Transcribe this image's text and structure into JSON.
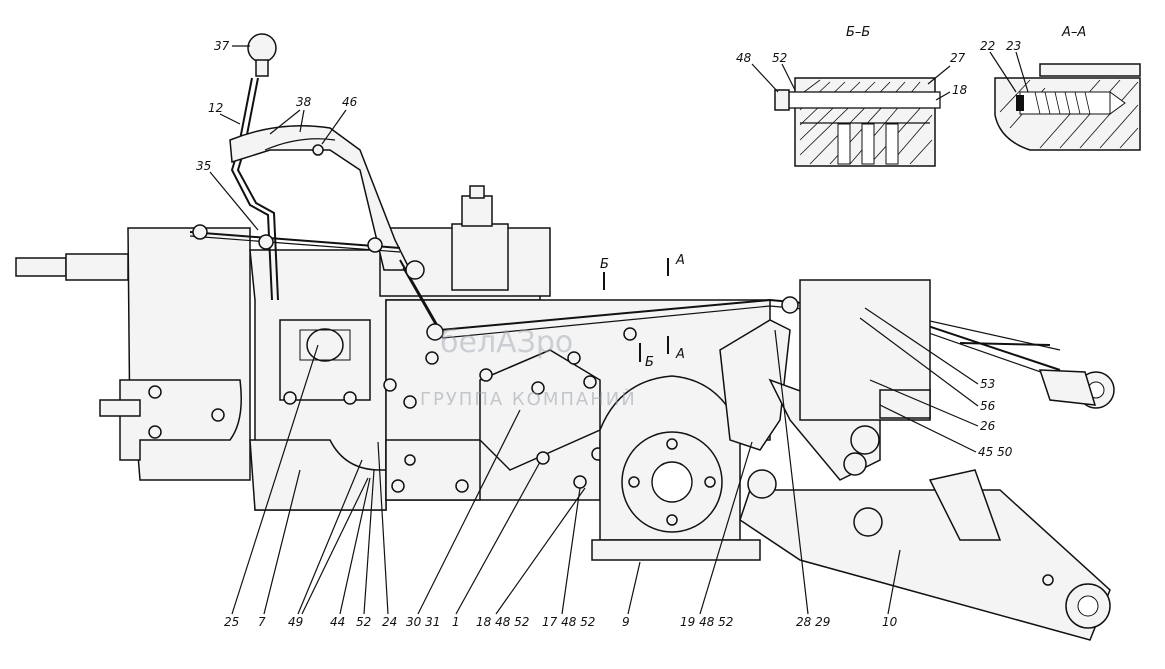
{
  "sections": {
    "bb": "Б–Б",
    "aa": "А–А"
  },
  "section_marks": {
    "b": "Б",
    "a": "А"
  },
  "watermark": {
    "main": "белАЗро",
    "sub": "ГРУППА КОМПАНИЙ"
  },
  "callouts": {
    "c37": "37",
    "c12": "12",
    "c38": "38",
    "c46": "46",
    "c35": "35",
    "c48": "48",
    "c52": "52",
    "c27": "27",
    "c18": "18",
    "c22": "22",
    "c23": "23",
    "c53": "53",
    "c56": "56",
    "c26": "26",
    "c4550": "45 50"
  },
  "bottom_labels": [
    "25",
    "7",
    "49",
    "44",
    "52",
    "24",
    "30 31",
    "1",
    "18 48 52",
    "17 48 52",
    "9",
    "19 48 52",
    "28 29",
    "10"
  ]
}
